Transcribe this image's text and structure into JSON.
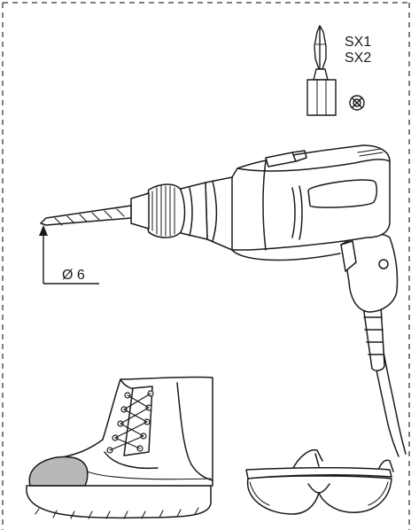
{
  "screwdriver_bit": {
    "line1": "SX1",
    "line2": "SX2",
    "symbol_icon": "crosshead-screw-icon"
  },
  "drill": {
    "bit_diameter_label": "Ø 6"
  },
  "illustrations": {
    "drill_icon": "electric-drill-icon",
    "boot_icon": "safety-boot-icon",
    "goggles_icon": "safety-goggles-icon"
  },
  "colors": {
    "line": "#1a1a1a",
    "shade": "#b8b8b8",
    "frame": "#555555"
  }
}
